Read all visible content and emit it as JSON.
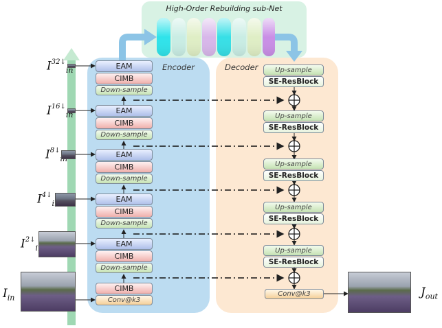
{
  "subnet_title": "High-Order Rebuilding sub-Net",
  "encoder_label": "Encoder",
  "decoder_label": "Decoder",
  "blocks": {
    "eam": "EAM",
    "cimb": "CIMB",
    "down": "Down-sample",
    "conv": "Conv@k3",
    "up": "Up-sample",
    "se": "SE-ResBlock"
  },
  "inputs": [
    {
      "base": "I",
      "sub": "in",
      "sup": "32↓"
    },
    {
      "base": "I",
      "sub": "in",
      "sup": "16↓"
    },
    {
      "base": "I",
      "sub": "in",
      "sup": "8↓"
    },
    {
      "base": "I",
      "sub": "in",
      "sup": "4↓"
    },
    {
      "base": "I",
      "sub": "in",
      "sup": "2↓"
    },
    {
      "base": "I",
      "sub": "in",
      "sup": ""
    }
  ],
  "output": {
    "base": "J",
    "sub": "out"
  },
  "colors": {
    "encoder_bg": "#bcdcf1",
    "decoder_bg": "#fde8d2",
    "subnet_bg": "#d8f2e4",
    "pyramid_bar": "#9fd8b3",
    "arrow_blue": "#8cc4e6"
  }
}
